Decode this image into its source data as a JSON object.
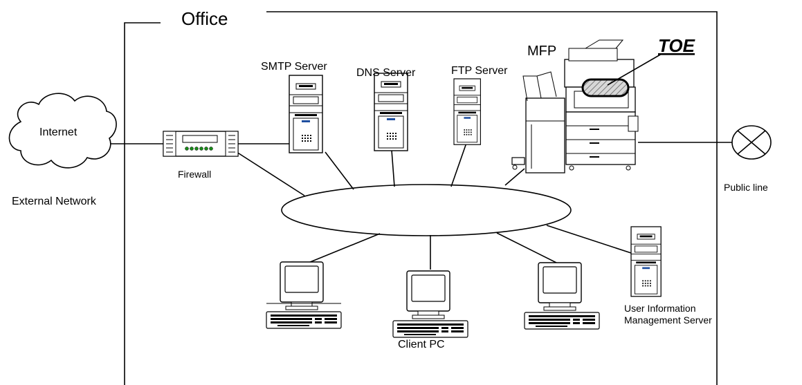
{
  "office": {
    "label": "Office"
  },
  "external": {
    "cloud_label": "Internet",
    "network_label": "External Network"
  },
  "firewall": {
    "label": "Firewall"
  },
  "servers": {
    "smtp": "SMTP Server",
    "dns": "DNS Server",
    "ftp": "FTP Server",
    "user_info_line1": "User Information",
    "user_info_line2": "Management Server"
  },
  "mfp": {
    "label": "MFP",
    "toe_label": "TOE"
  },
  "public_line": {
    "label": "Public line"
  },
  "clients": {
    "label": "Client PC"
  }
}
